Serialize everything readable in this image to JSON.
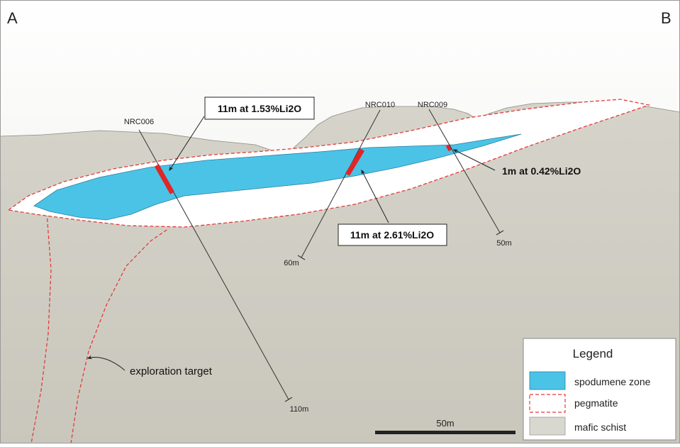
{
  "section": {
    "left_label": "A",
    "right_label": "B"
  },
  "drillholes": [
    {
      "id": "NRC006",
      "depth_label": "110m"
    },
    {
      "id": "NRC010",
      "depth_label": "60m"
    },
    {
      "id": "NRC009",
      "depth_label": "50m"
    }
  ],
  "intercepts": [
    {
      "hole": "NRC006",
      "text": "11m at 1.53%Li2O"
    },
    {
      "hole": "NRC010",
      "text": "11m at 2.61%Li2O"
    },
    {
      "hole": "NRC009",
      "text": "1m at 0.42%Li2O"
    }
  ],
  "annotations": {
    "exploration_target": "exploration target"
  },
  "scale_bar": {
    "label": "50m"
  },
  "legend": {
    "title": "Legend",
    "items": [
      {
        "label": "spodumene zone",
        "color": "#4bc3e6"
      },
      {
        "label": "pegmatite",
        "color": "#ffffff",
        "outline": "#e23b3b"
      },
      {
        "label": "mafic schist",
        "color": "#d9d8d0"
      }
    ]
  },
  "colors": {
    "rock": "#d2d0c5",
    "spodumene": "#4bc3e6",
    "pegmatite_outline": "#e23b3b",
    "intercept": "#e02626"
  }
}
